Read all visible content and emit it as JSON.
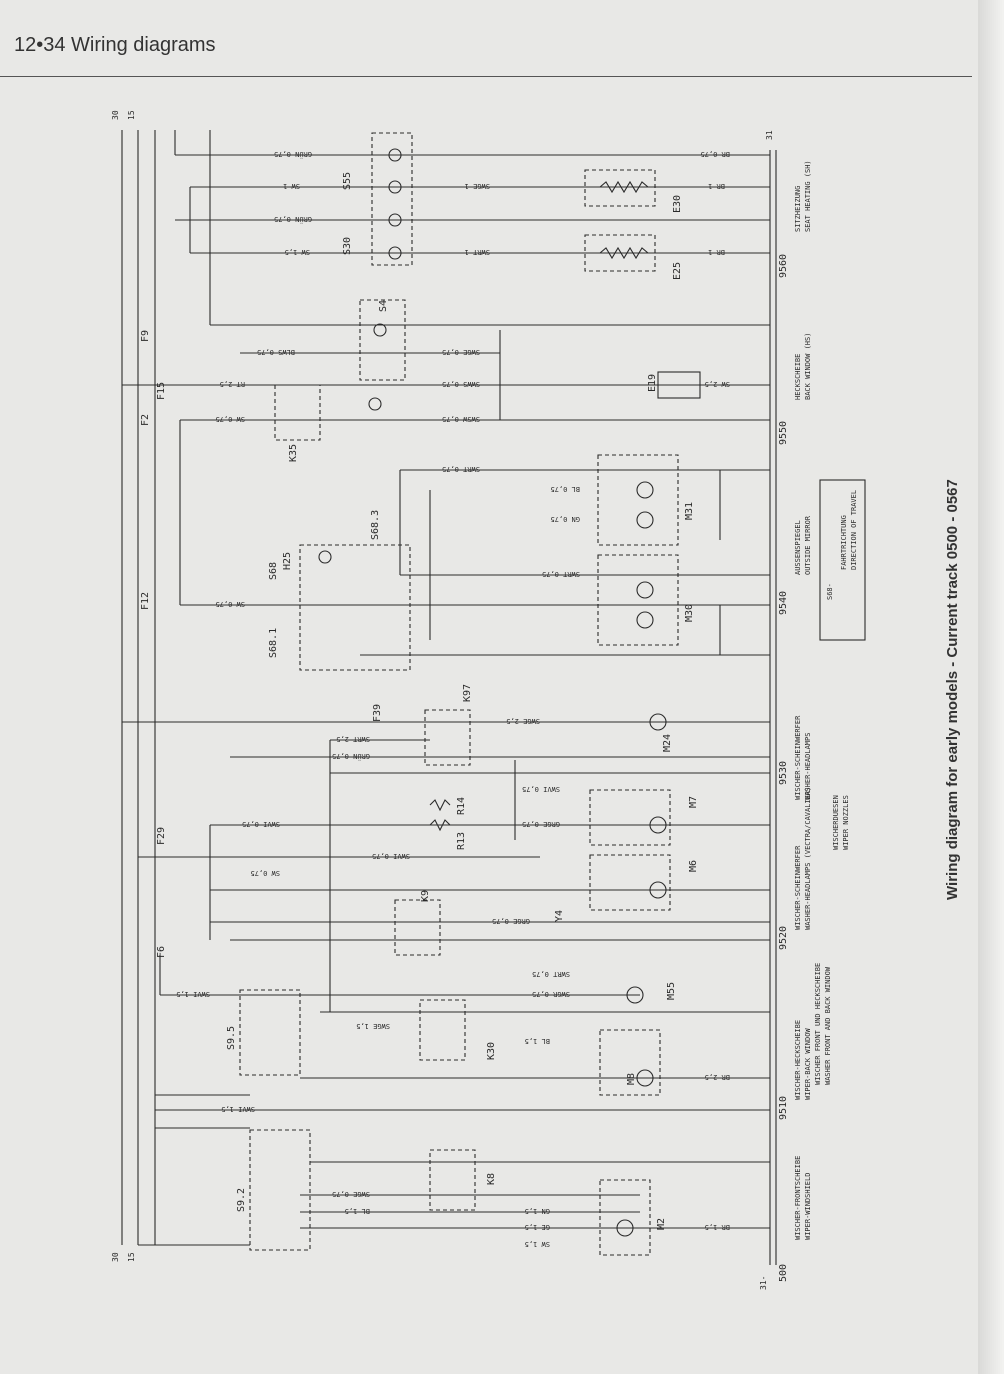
{
  "header": {
    "title": "12•34  Wiring diagrams"
  },
  "caption": "Wiring diagram for early models - Current track 0500 - 0567",
  "rails": {
    "left_30": "30",
    "left_15": "15",
    "top_30": "30",
    "top_15": "15",
    "ground": "31",
    "ground_bottom": "31-"
  },
  "track_start_left": "500",
  "track_numbers": [
    "9510",
    "9520",
    "9530",
    "9540",
    "9550",
    "9560"
  ],
  "components": [
    {
      "id": "S55"
    },
    {
      "id": "S30"
    },
    {
      "id": "S4"
    },
    {
      "id": "E30"
    },
    {
      "id": "E25"
    },
    {
      "id": "E19"
    },
    {
      "id": "K35"
    },
    {
      "id": "F15"
    },
    {
      "id": "F9"
    },
    {
      "id": "F2"
    },
    {
      "id": "F12"
    },
    {
      "id": "H25"
    },
    {
      "id": "S68"
    },
    {
      "id": "S68.3"
    },
    {
      "id": "S68.1"
    },
    {
      "id": "M31"
    },
    {
      "id": "M30"
    },
    {
      "id": "F39"
    },
    {
      "id": "K97"
    },
    {
      "id": "M24"
    },
    {
      "id": "R14"
    },
    {
      "id": "R13"
    },
    {
      "id": "M7"
    },
    {
      "id": "M6"
    },
    {
      "id": "F29"
    },
    {
      "id": "K9"
    },
    {
      "id": "Y4"
    },
    {
      "id": "F6"
    },
    {
      "id": "M55"
    },
    {
      "id": "S9.5"
    },
    {
      "id": "K30"
    },
    {
      "id": "M8"
    },
    {
      "id": "S9.2"
    },
    {
      "id": "K8"
    },
    {
      "id": "M2"
    }
  ],
  "wire_labels": [
    "GRÜN 0,75",
    "SW 1",
    "GRÜN 0,75",
    "SW 1,5",
    "BLWS 0,75",
    "RT 2,5",
    "SW 0,75",
    "SWGE 0,75",
    "SWWS 0,75",
    "SWSW 0,75",
    "SW 2,5",
    "BR 0,75",
    "SW 0,75",
    "SWRT 0,75",
    "BL 0,75",
    "GN 0,75",
    "SWRT 0,75",
    "GRÜN 0,75",
    "SWRT 2,5",
    "SWGE 2,5",
    "SWVI 0,75",
    "GRGE 0,75",
    "SWVI 0,75",
    "SW 0,75",
    "GRGE 0,75",
    "SWVI 0,75",
    "SWGE 1,5",
    "SWVI 1,5",
    "SWRT 0,75",
    "SWGR 0,75",
    "BL 1,5",
    "GN 1,5",
    "SWGE 0,75",
    "GE 1,5",
    "BL 1,5",
    "SW 1,5",
    "BR 1,5",
    "BR 2,5",
    "SWVI 1,5",
    "SWGE 1",
    "SWRT 1",
    "BR 1",
    "BR 1"
  ],
  "legends": [
    {
      "de": "SITZHEIZUNG",
      "en": "SEAT HEATING (SH)"
    },
    {
      "de": "HECKSCHEIBE",
      "en": "BACK WINDOW (HS)"
    },
    {
      "de": "AUSSENSPIEGEL",
      "en": "OUTSIDE MIRROR"
    },
    {
      "de": "WISCHER-SCHEINWERFER",
      "en": "WASHER-HEADLAMPS"
    },
    {
      "de": "WISCHER-SCHEINWERFER",
      "en": "WASHER-HEADLAMPS (VECTRA/CAVALIER)"
    },
    {
      "de": "WISCHER FRONT UND HECKSCHEIBE",
      "en": "WASHER FRONT AND BACK WINDOW"
    },
    {
      "de": "WISCHER-HECKSCHEIBE",
      "en": "WIPER-BACK WINDOW"
    },
    {
      "de": "WISCHER-FRONTSCHEIBE",
      "en": "WIPER-WINDSHIELD"
    },
    {
      "de": "WISCHERDUESEN",
      "en": "WIPER NOZZLES"
    }
  ],
  "travel_box": {
    "title": "FAHRTRICHTUNG",
    "subtitle": "DIRECTION OF TRAVEL",
    "label": "S68-"
  },
  "colors": {
    "line": "#2b2b2b",
    "paper": "#e8e8e6"
  }
}
